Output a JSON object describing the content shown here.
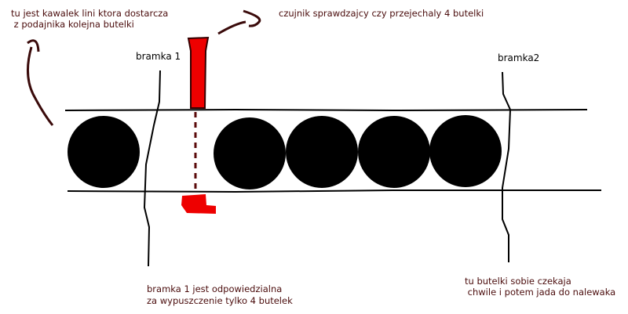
{
  "notes": {
    "feed_line_1": "tu jest kawalek lini ktora dostarcza",
    "feed_line_2": " z podajnika kolejna butelki",
    "sensor": "czujnik sprawdzajcy czy przejechaly 4 butelki",
    "gate1_desc_1": "bramka 1 jest odpowiedzialna",
    "gate1_desc_2": "za wypuszczenie tylko 4 butelek",
    "wait_1": "tu butelki sobie czekaja",
    "wait_2": " chwile i potem jada do nalewaka"
  },
  "gates": {
    "gate1": "bramka 1",
    "gate2": "bramka2"
  },
  "colors": {
    "note_text": "#4a0c0c",
    "sensor": "#ee0000",
    "bottle": "#000000"
  }
}
